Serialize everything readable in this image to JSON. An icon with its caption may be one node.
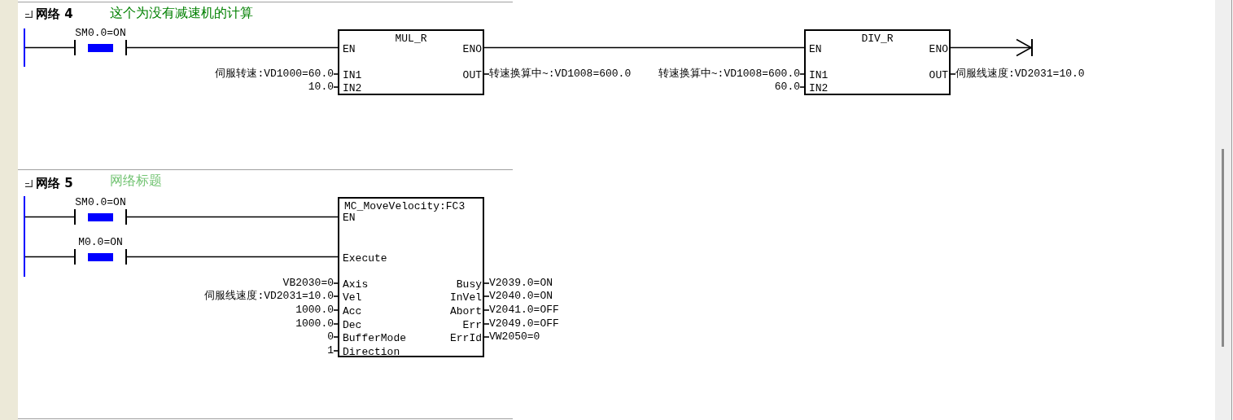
{
  "diagram": {
    "nodes": [
      {
        "text": [],
        "shape": "bar"
      },
      {
        "text": [
          "SM0.0=ON"
        ]
      },
      {
        "text": [
          "MUL_R",
          "EN",
          "ENO",
          "IN1",
          "OUT",
          "IN2"
        ]
      },
      {
        "text": [
          "伺服转速:VD1000=60.0"
        ]
      },
      {
        "text": [
          "10.0"
        ]
      },
      {
        "text": [
          "转速换算中~:VD1008=600.0"
        ]
      },
      {
        "text": [
          "DIV_R",
          "EN",
          "ENO",
          "IN1",
          "OUT",
          "IN2"
        ]
      },
      {
        "text": [
          "转速换算中~:VD1008=600.0"
        ]
      },
      {
        "text": [
          "60.0"
        ]
      },
      {
        "text": [
          "伺服线速度:VD2031=10.0"
        ]
      },
      {
        "text": [],
        "shape": "bar"
      },
      {
        "text": [],
        "shape": "bar"
      },
      {
        "text": [
          "SM0.0=ON"
        ]
      },
      {
        "text": [
          "M0.0=ON"
        ]
      },
      {
        "text": [
          "MC_MoveVelocity:FC3",
          "EN",
          "Execute",
          "Axis",
          "Busy",
          "Vel",
          "InVel",
          "Acc",
          "Abort",
          "Dec",
          "Err",
          "BufferMode",
          "ErrId",
          "Direction"
        ]
      },
      {
        "text": [
          "VB2030=0"
        ]
      },
      {
        "text": [
          "伺服线速度:VD2031=10.0"
        ]
      },
      {
        "text": [
          "1000.0"
        ]
      },
      {
        "text": [
          "1000.0"
        ]
      },
      {
        "text": [
          "0"
        ]
      },
      {
        "text": [
          "1"
        ]
      },
      {
        "text": [
          "V2039.0=ON"
        ]
      },
      {
        "text": [
          "V2040.0=ON"
        ]
      },
      {
        "text": [
          "V2041.0=OFF"
        ]
      },
      {
        "text": [
          "V2049.0=OFF"
        ]
      },
      {
        "text": [
          "VW2050=0"
        ]
      }
    ],
    "edges": [
      {
        "from": 0,
        "to": 1,
        "arrow": "none"
      },
      {
        "from": 1,
        "to": 2,
        "arrow": "none"
      },
      {
        "from": 3,
        "to": 2,
        "arrow": "none"
      },
      {
        "from": 4,
        "to": 2,
        "arrow": "none"
      },
      {
        "from": 2,
        "to": 5,
        "arrow": "none"
      },
      {
        "from": 2,
        "to": 6,
        "arrow": "none"
      },
      {
        "from": 7,
        "to": 6,
        "arrow": "none"
      },
      {
        "from": 8,
        "to": 6,
        "arrow": "none"
      },
      {
        "from": 6,
        "to": 9,
        "arrow": "none"
      },
      {
        "from": 6,
        "to": 10,
        "arrow": "to"
      },
      {
        "from": 11,
        "to": 12,
        "arrow": "none"
      },
      {
        "from": 11,
        "to": 13,
        "arrow": "none"
      },
      {
        "from": 12,
        "to": 14,
        "arrow": "none"
      },
      {
        "from": 13,
        "to": 14,
        "arrow": "none"
      },
      {
        "from": 15,
        "to": 14,
        "arrow": "none"
      },
      {
        "from": 16,
        "to": 14,
        "arrow": "none"
      },
      {
        "from": 17,
        "to": 14,
        "arrow": "none"
      },
      {
        "from": 18,
        "to": 14,
        "arrow": "none"
      },
      {
        "from": 19,
        "to": 14,
        "arrow": "none"
      },
      {
        "from": 20,
        "to": 14,
        "arrow": "none"
      },
      {
        "from": 14,
        "to": 21,
        "arrow": "none"
      },
      {
        "from": 14,
        "to": 22,
        "arrow": "none"
      },
      {
        "from": 14,
        "to": 23,
        "arrow": "none"
      },
      {
        "from": 14,
        "to": 24,
        "arrow": "none"
      },
      {
        "from": 14,
        "to": 25,
        "arrow": "none"
      }
    ],
    "labels": [
      "网络 4",
      "这个为没有减速机的计算",
      "网络 5",
      "网络标题"
    ]
  }
}
